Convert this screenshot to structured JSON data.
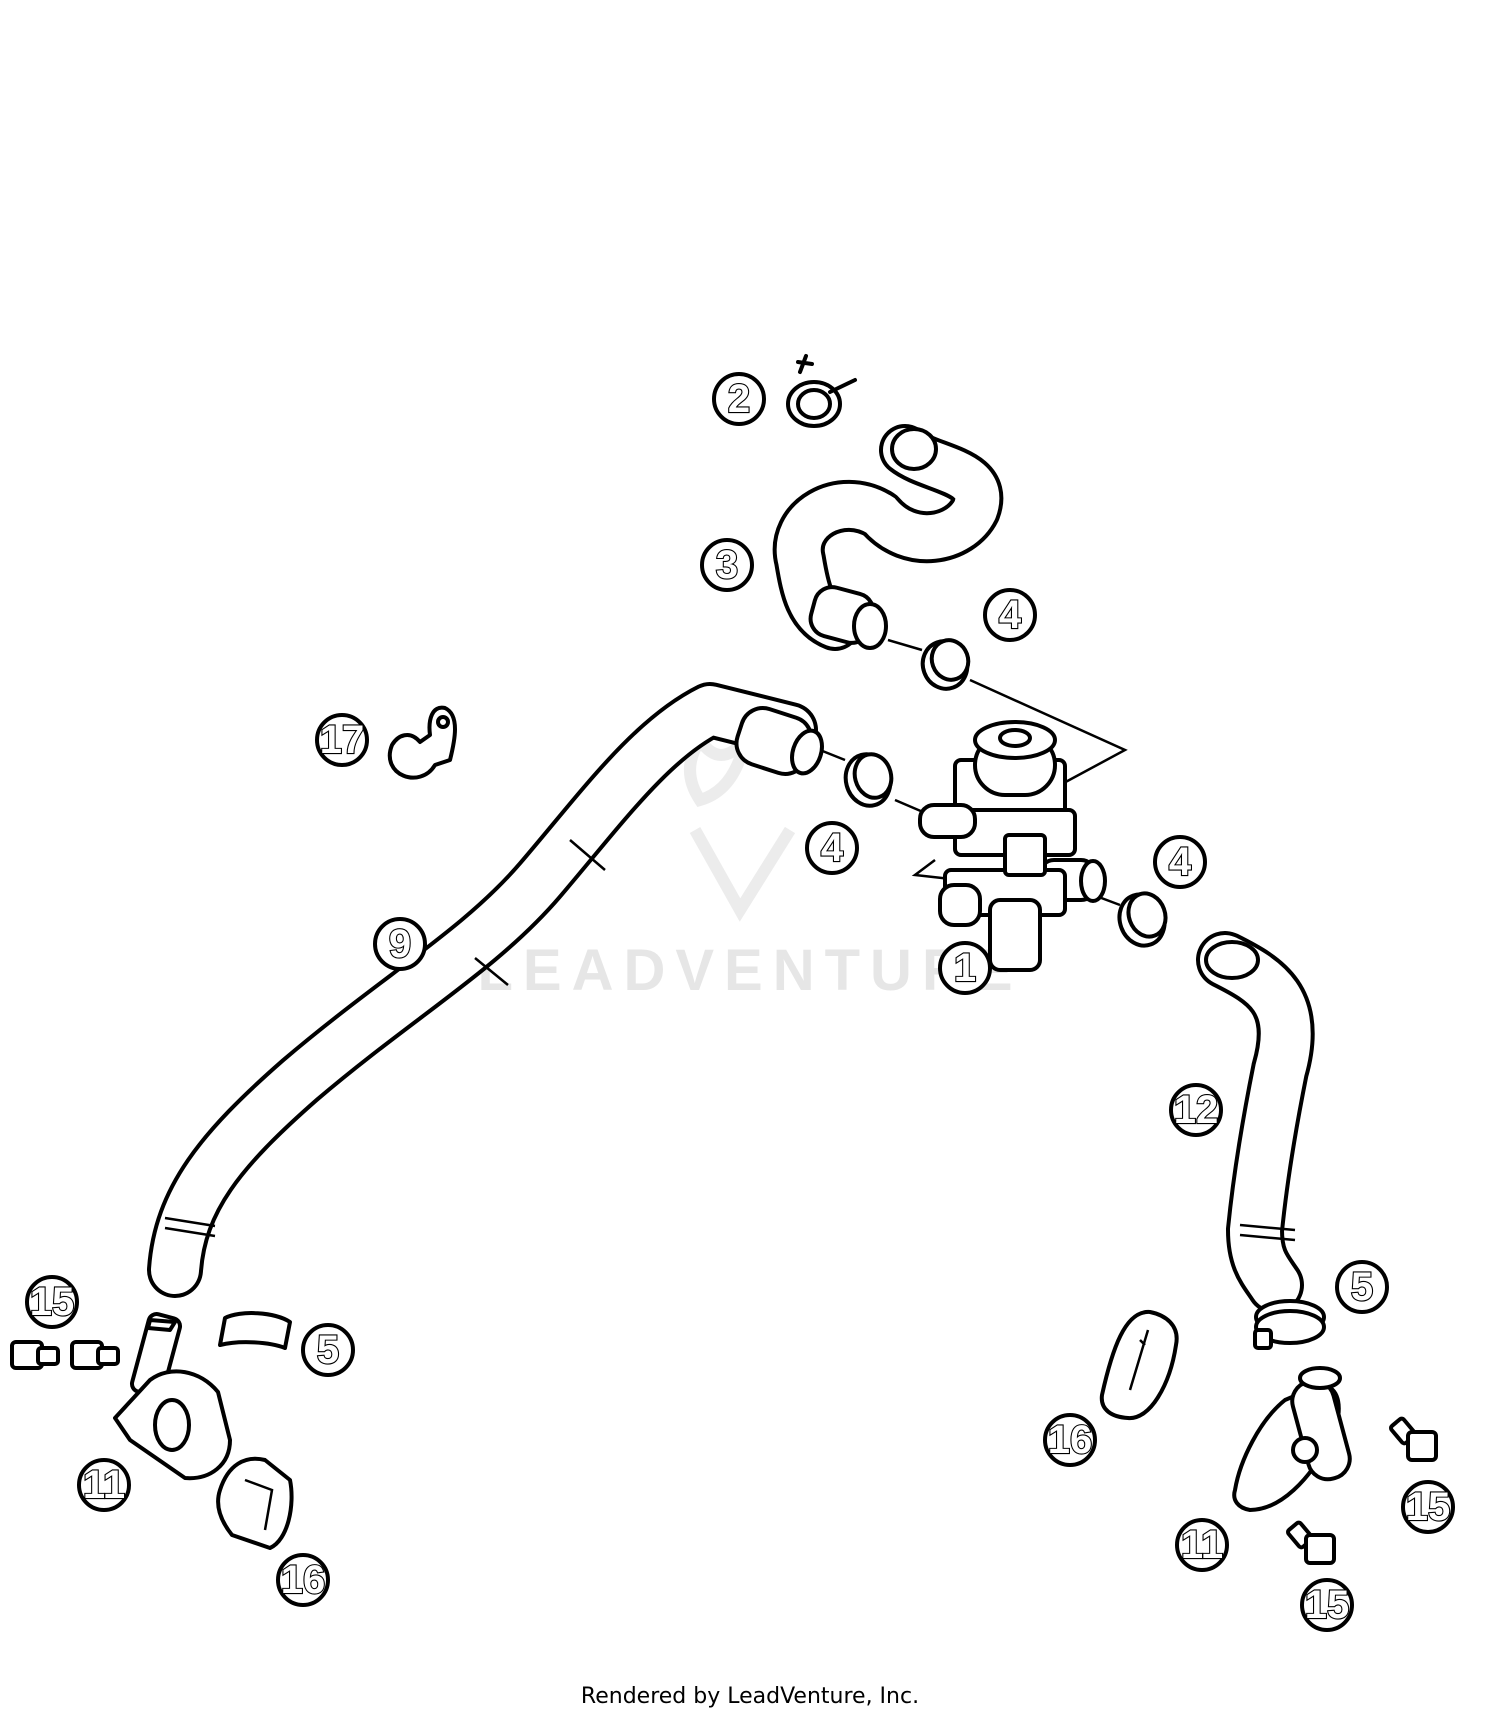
{
  "callouts": [
    {
      "id": "1",
      "label": "1"
    },
    {
      "id": "2",
      "label": "2"
    },
    {
      "id": "3",
      "label": "3"
    },
    {
      "id": "4a",
      "label": "4"
    },
    {
      "id": "4b",
      "label": "4"
    },
    {
      "id": "4c",
      "label": "4"
    },
    {
      "id": "5a",
      "label": "5"
    },
    {
      "id": "5b",
      "label": "5"
    },
    {
      "id": "9",
      "label": "9"
    },
    {
      "id": "11a",
      "label": "11"
    },
    {
      "id": "11b",
      "label": "11"
    },
    {
      "id": "12",
      "label": "12"
    },
    {
      "id": "15a",
      "label": "15"
    },
    {
      "id": "15b",
      "label": "15"
    },
    {
      "id": "15c",
      "label": "15"
    },
    {
      "id": "16a",
      "label": "16"
    },
    {
      "id": "16b",
      "label": "16"
    },
    {
      "id": "17",
      "label": "17"
    }
  ],
  "watermark": {
    "text": "LEADVENTURE"
  },
  "footer": {
    "credit": "Rendered by LeadVenture, Inc."
  }
}
